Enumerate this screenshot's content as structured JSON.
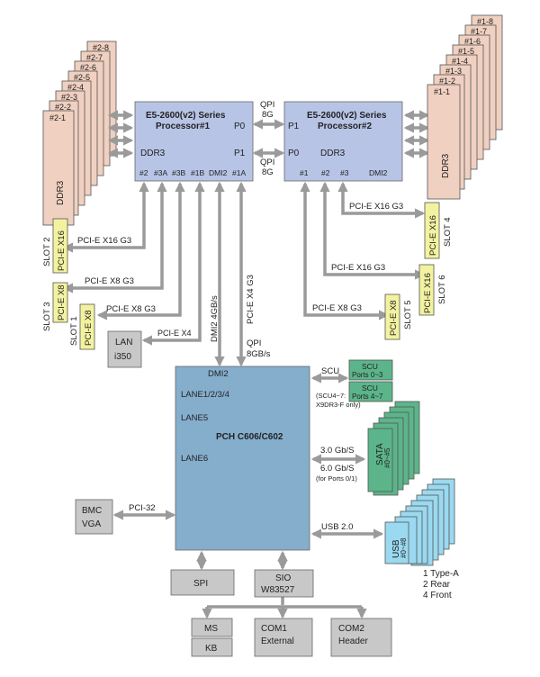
{
  "cpu1": {
    "name_line1": "E5-2600(v2) Series",
    "name_line2": "Processor#1",
    "p0": "P0",
    "p1": "P1",
    "ddr3": "DDR3",
    "ports": [
      "#2",
      "#3A",
      "#3B",
      "#1B",
      "DMI2",
      "#1A"
    ]
  },
  "cpu2": {
    "name_line1": "E5-2600(v2) Series",
    "name_line2": "Processor#2",
    "p1": "P1",
    "p0": "P0",
    "ddr3": "DDR3",
    "ports": [
      "#1",
      "#2",
      "#3",
      "DMI2"
    ]
  },
  "qpi_top": {
    "line1": "QPI",
    "line2": "8G"
  },
  "qpi_mid": {
    "line1": "QPI",
    "line2": "8G"
  },
  "dimms_left": [
    "#2-8",
    "#2-7",
    "#2-6",
    "#2-5",
    "#2-4",
    "#2-3",
    "#2-2",
    "#2-1"
  ],
  "dimms_left_label": "DDR3",
  "dimms_right": [
    "#1-8",
    "#1-7",
    "#1-6",
    "#1-5",
    "#1-4",
    "#1-3",
    "#1-2",
    "#1-1"
  ],
  "dimms_right_label": "DDR3",
  "slots": {
    "slot2": {
      "name": "SLOT 2",
      "type": "PCI-E X16",
      "link": "PCI-E X16 G3"
    },
    "slot3": {
      "name": "SLOT 3",
      "type": "PCI-E X8",
      "link": "PCI-E X8 G3"
    },
    "slot1": {
      "name": "SLOT 1",
      "type": "PCI-E X8",
      "link": "PCI-E X8 G3"
    },
    "slot4": {
      "name": "SLOT 4",
      "type": "PCI-E X16",
      "link": "PCI-E X16 G3"
    },
    "slot6": {
      "name": "SLOT 6",
      "type": "PCI-E X16",
      "link": "PCI-E X16 G3"
    },
    "slot5": {
      "name": "SLOT 5",
      "type": "PCI-E X8",
      "link": "PCI-E X8 G3"
    }
  },
  "lan": {
    "line1": "LAN",
    "line2": "i350",
    "link": "PCI-E X4"
  },
  "dmi_link": "DMI2  4GB/s",
  "pcie_x4_link": "PCI-E X4 G3",
  "qpi_pch": {
    "line1": "QPI",
    "line2": "8GB/s"
  },
  "pch": {
    "title": "PCH C606/C602",
    "dmi2": "DMI2",
    "lanes": "LANE1/2/3/4",
    "lane5": "LANE5",
    "lane6": "LANE6"
  },
  "scu": {
    "link": "SCU",
    "box1_line1": "SCU",
    "box1_line2": "Ports 0~3",
    "box2_line1": "SCU",
    "box2_line2": "Ports 4~7",
    "note_line1": "(SCU4~7:",
    "note_line2": "X9DR3-F only)"
  },
  "sata": {
    "label": "SATA",
    "ports": "#0~#5",
    "speed1": "3.0 Gb/S",
    "speed2": "6.0 Gb/S",
    "note": "(for Ports 0/1)"
  },
  "usb": {
    "link": "USB 2.0",
    "label": "USB",
    "ports": "#0~#8",
    "legend": [
      "1 Type-A",
      "2 Rear",
      "4 Front"
    ]
  },
  "bmc": {
    "line1": "BMC",
    "line2": "VGA",
    "link": "PCI-32"
  },
  "spi": "SPI",
  "sio": {
    "line1": "SIO",
    "line2": "W83527"
  },
  "ms": "MS",
  "kb": "KB",
  "com1": {
    "line1": "COM1",
    "line2": "External"
  },
  "com2": {
    "line1": "COM2",
    "line2": "Header"
  },
  "colors": {
    "cpu": "#b7c4e6",
    "pch": "#85aecd",
    "dimm": "#f0d0c0",
    "slot": "#f2f2a0",
    "sata": "#5cb58a",
    "usb": "#9ad9f0",
    "gray": "#c8c8c8",
    "arrow": "#999999"
  }
}
